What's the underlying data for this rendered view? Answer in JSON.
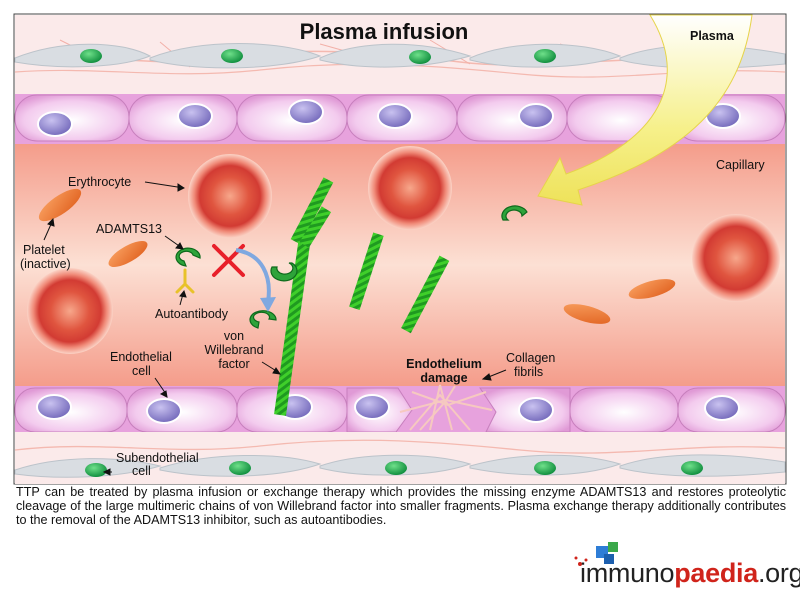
{
  "title": "Plasma infusion",
  "labels": {
    "plasma": "Plasma",
    "capillary": "Capillary",
    "erythrocyte": "Erythrocyte",
    "adamts13": "ADAMTS13",
    "platelet_line1": "Platelet",
    "platelet_line2": "(inactive)",
    "autoantibody": "Autoantibody",
    "vwf_line1": "von",
    "vwf_line2": "Willebrand",
    "vwf_line3": "factor",
    "endothelial_line1": "Endothelial",
    "endothelial_line2": "cell",
    "endothelium_line1": "Endothelium",
    "endothelium_line2": "damage",
    "collagen_line1": "Collagen",
    "collagen_line2": "fibrils",
    "subendothelial_line1": "Subendothelial",
    "subendothelial_line2": "cell"
  },
  "caption": "TTP can be treated by plasma infusion or exchange therapy which provides the missing enzyme ADAMTS13 and restores proteolytic cleavage of the large multimeric chains of von Willebrand factor into smaller fragments. Plasma exchange therapy additionally contributes to the removal of the ADAMTS13 inhibitor, such as autoantibodies.",
  "logo": {
    "part1": "immuno",
    "part2": "paedia",
    "part3": ".org"
  },
  "colors": {
    "vessel_lumen": "#f7b6a4",
    "cell_membrane": "#e9a6e0",
    "nucleus": "#8f86cf",
    "erythrocyte": "#d8403a",
    "platelet": "#ef7a32",
    "vwf": "#3fcf2a",
    "adamts13": "#2ea33a",
    "inhibit_mark": "#e8202a",
    "plasma_arrow": "#f4ee6a",
    "logo_accent": "#d0241b"
  }
}
